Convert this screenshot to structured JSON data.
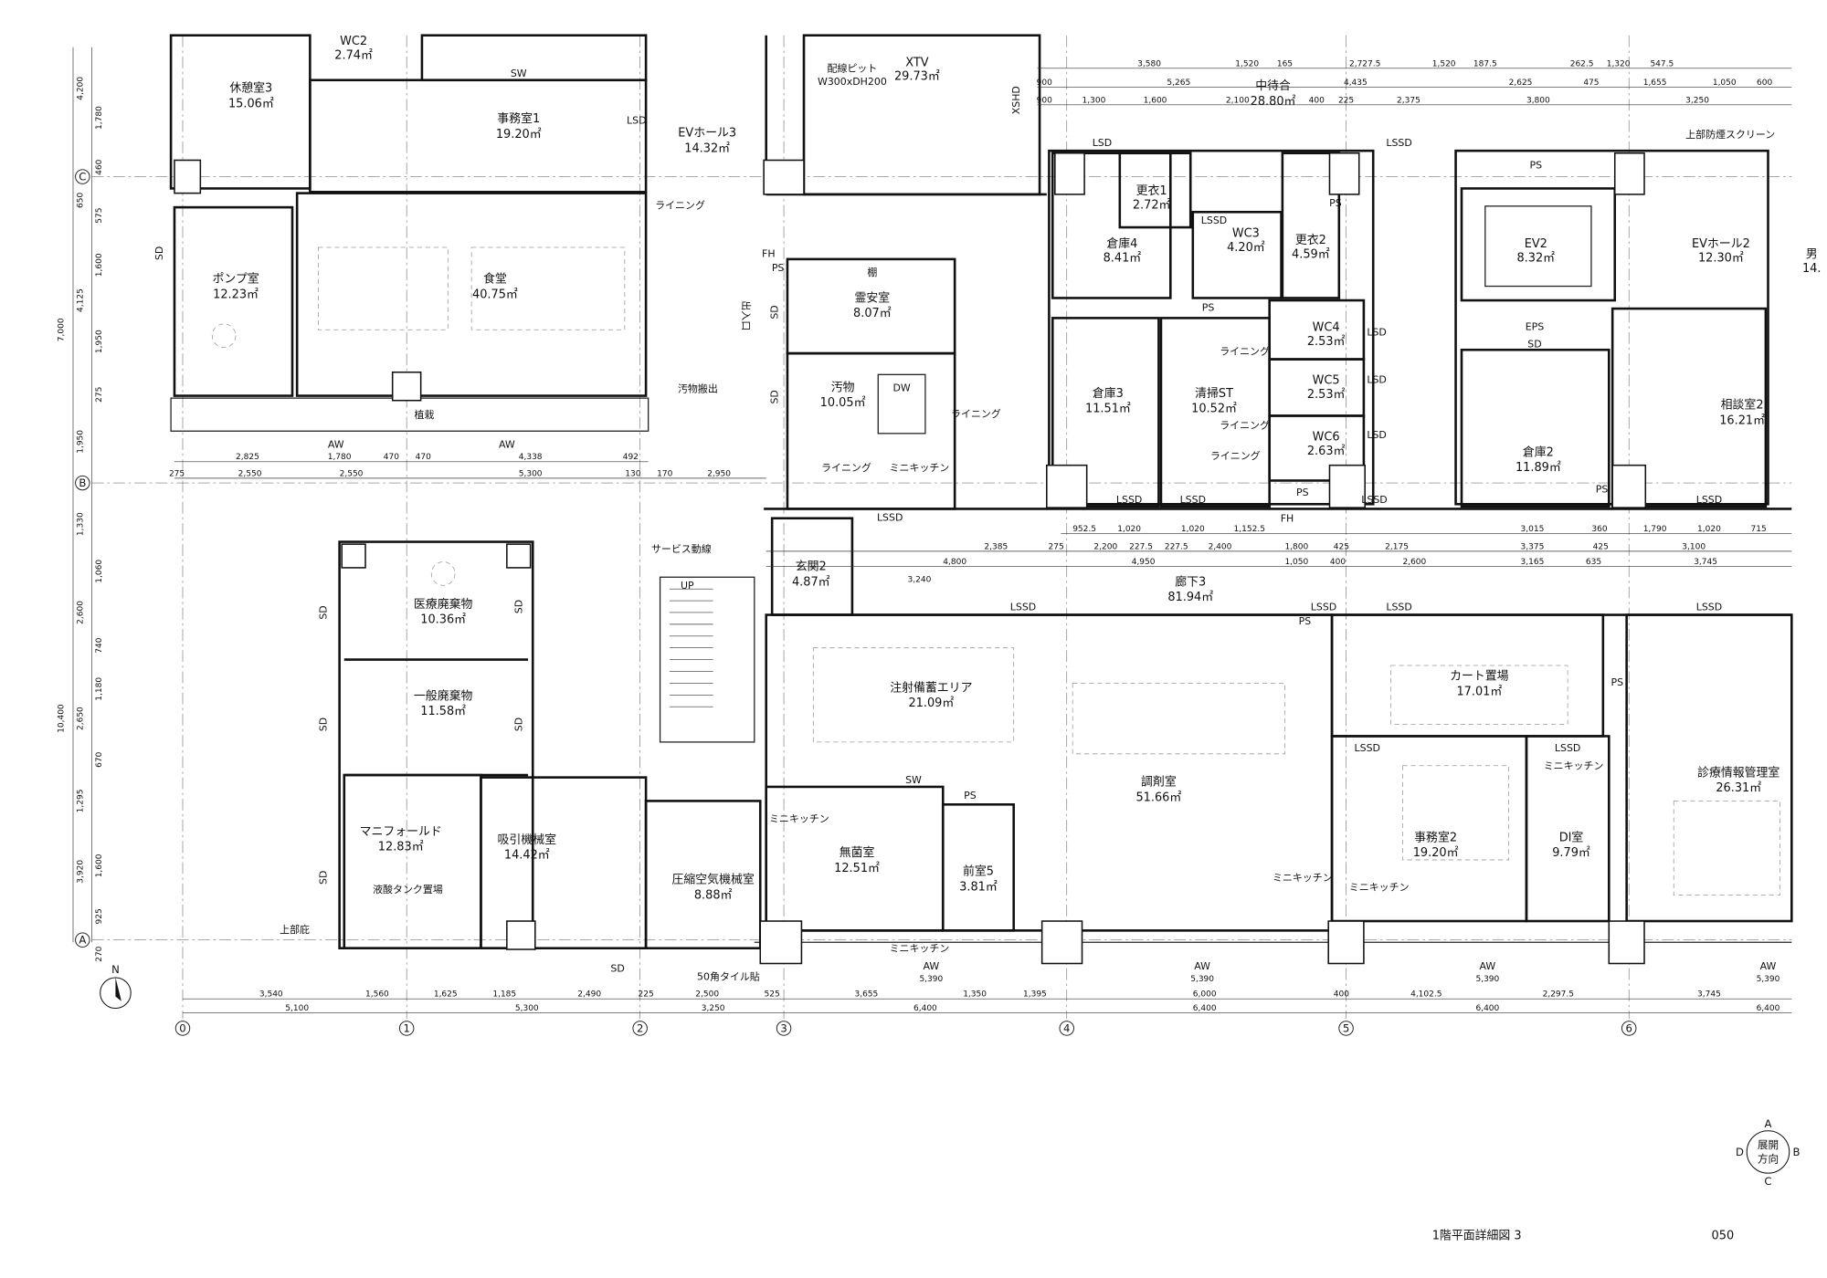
{
  "sheet": {
    "title": "1階平面詳細図 3",
    "page_number": "050"
  },
  "grid": {
    "columns": [
      "0",
      "1",
      "2",
      "3",
      "4",
      "5",
      "6"
    ],
    "rows": [
      "C",
      "B",
      "A"
    ]
  },
  "north_arrow": {
    "label": "N"
  },
  "elevation_key": {
    "label_line1": "展開",
    "label_line2": "方向",
    "a": "A",
    "b": "B",
    "c": "C",
    "d": "D"
  },
  "rooms": [
    {
      "name": "休憩室3",
      "area": "15.06㎡"
    },
    {
      "name": "WC2",
      "area": "2.74㎡"
    },
    {
      "name": "事務室1",
      "area": "19.20㎡"
    },
    {
      "name": "EVホール3",
      "area": "14.32㎡"
    },
    {
      "name": "XTV",
      "area": "29.73㎡"
    },
    {
      "name": "ポンプ室",
      "area": "12.23㎡"
    },
    {
      "name": "食堂",
      "area": "40.75㎡"
    },
    {
      "name": "霊安室",
      "area": "8.07㎡"
    },
    {
      "name": "汚物",
      "area": "10.05㎡"
    },
    {
      "name": "中待合",
      "area": "28.80㎡"
    },
    {
      "name": "更衣1",
      "area": "2.72㎡"
    },
    {
      "name": "倉庫4",
      "area": "8.41㎡"
    },
    {
      "name": "WC3",
      "area": "4.20㎡"
    },
    {
      "name": "更衣2",
      "area": "4.59㎡"
    },
    {
      "name": "EV2",
      "area": "8.32㎡"
    },
    {
      "name": "EVホール2",
      "area": "12.30㎡"
    },
    {
      "name": "倉庫3",
      "area": "11.51㎡"
    },
    {
      "name": "清掃ST",
      "area": "10.52㎡"
    },
    {
      "name": "WC4",
      "area": "2.53㎡"
    },
    {
      "name": "WC5",
      "area": "2.53㎡"
    },
    {
      "name": "WC6",
      "area": "2.63㎡"
    },
    {
      "name": "倉庫2",
      "area": "11.89㎡"
    },
    {
      "name": "相談室2",
      "area": "16.21㎡"
    },
    {
      "name": "廊下3",
      "area": "81.94㎡"
    },
    {
      "name": "玄関2",
      "area": "4.87㎡"
    },
    {
      "name": "注射備蓄エリア",
      "area": "21.09㎡"
    },
    {
      "name": "調剤室",
      "area": "51.66㎡"
    },
    {
      "name": "カート置場",
      "area": "17.01㎡"
    },
    {
      "name": "事務室2",
      "area": "19.20㎡"
    },
    {
      "name": "DI室",
      "area": "9.79㎡"
    },
    {
      "name": "診療情報管理室",
      "area": "26.31㎡"
    },
    {
      "name": "無菌室",
      "area": "12.51㎡"
    },
    {
      "name": "前室5",
      "area": "3.81㎡"
    },
    {
      "name": "医療廃棄物",
      "area": "10.36㎡"
    },
    {
      "name": "一般廃棄物",
      "area": "11.58㎡"
    },
    {
      "name": "マニフォールド",
      "area": "12.83㎡"
    },
    {
      "name": "吸引機械室",
      "area": "14.42㎡"
    },
    {
      "name": "圧縮空気機械室",
      "area": "8.88㎡"
    },
    {
      "name": "男",
      "area": "14."
    }
  ],
  "labels": {
    "wiring_pit": "配線ピット",
    "wiring_pit_size": "W300xDH200",
    "shelf": "棚",
    "dw": "DW",
    "soiled_out": "汚物搬出",
    "planting": "植栽",
    "liquid_oxygen": "液酸タンク置場",
    "service_route": "サービス動線",
    "up": "UP",
    "canopy_above": "上部庇",
    "tile": "50角タイル貼",
    "smoke_screen": "上部防煙スクリーン",
    "eps": "EPS",
    "lining": "ライニング",
    "mini_kitchen": "ミニキッチン",
    "entrance_mark": "出入口",
    "xshd": "XSHD",
    "fh": "FH",
    "aw": "AW",
    "sw": "SW",
    "ps": "PS",
    "sd": "SD",
    "lsd": "LSD",
    "lssd": "LSSD"
  },
  "dimensions": {
    "bottom_row1": [
      "3,540",
      "1,560",
      "1,625",
      "1,185",
      "2,490",
      "225",
      "2,500",
      "525",
      "3,655",
      "1,350",
      "1,395",
      "6,000",
      "400",
      "4,102.5",
      "2,297.5",
      "3,745"
    ],
    "bottom_row2": [
      "5,100",
      "5,300",
      "3,250",
      "6,400",
      "6,400",
      "6,400",
      "6,400"
    ],
    "aw_spans": [
      "5,390",
      "5,390",
      "5,390",
      "5,390"
    ],
    "mid_row_b1": [
      "2,825",
      "1,780",
      "470",
      "470",
      "4,338",
      "492"
    ],
    "mid_row_b2": [
      "275",
      "2,550",
      "2,550",
      "5,300",
      "130",
      "170",
      "2,950"
    ],
    "top_row1": [
      "3,580",
      "1,520",
      "165",
      "2,727.5",
      "1,520",
      "187.5",
      "262.5",
      "1,320",
      "547.5"
    ],
    "top_row2": [
      "900",
      "5,265",
      "4,435",
      "2,625",
      "475",
      "1,655",
      "1,050",
      "600"
    ],
    "top_row3": [
      "900",
      "1,300",
      "1,600",
      "2,100",
      "400",
      "225",
      "2,375",
      "3,800",
      "3,250"
    ],
    "corridor_row1": [
      "952.5",
      "1,020",
      "1,020",
      "1,152.5",
      "3,015",
      "360",
      "1,790",
      "1,020",
      "715"
    ],
    "corridor_row2": [
      "2,385",
      "275",
      "2,200",
      "227.5",
      "227.5",
      "2,400",
      "1,800",
      "425",
      "2,175",
      "3,375",
      "425",
      "3,100"
    ],
    "corridor_row3": [
      "4,800",
      "3,240",
      "4,950",
      "1,050",
      "400",
      "2,600",
      "3,165",
      "635",
      "3,745"
    ],
    "left_vertical": [
      "4,200",
      "1,780",
      "460",
      "650",
      "575",
      "4,125",
      "1,600",
      "7,000",
      "1,950",
      "275",
      "1,950",
      "1,330",
      "1,060",
      "2,600",
      "740",
      "1,180",
      "10,400",
      "2,650",
      "670",
      "1,295",
      "3,920",
      "1,600",
      "925",
      "270"
    ]
  }
}
